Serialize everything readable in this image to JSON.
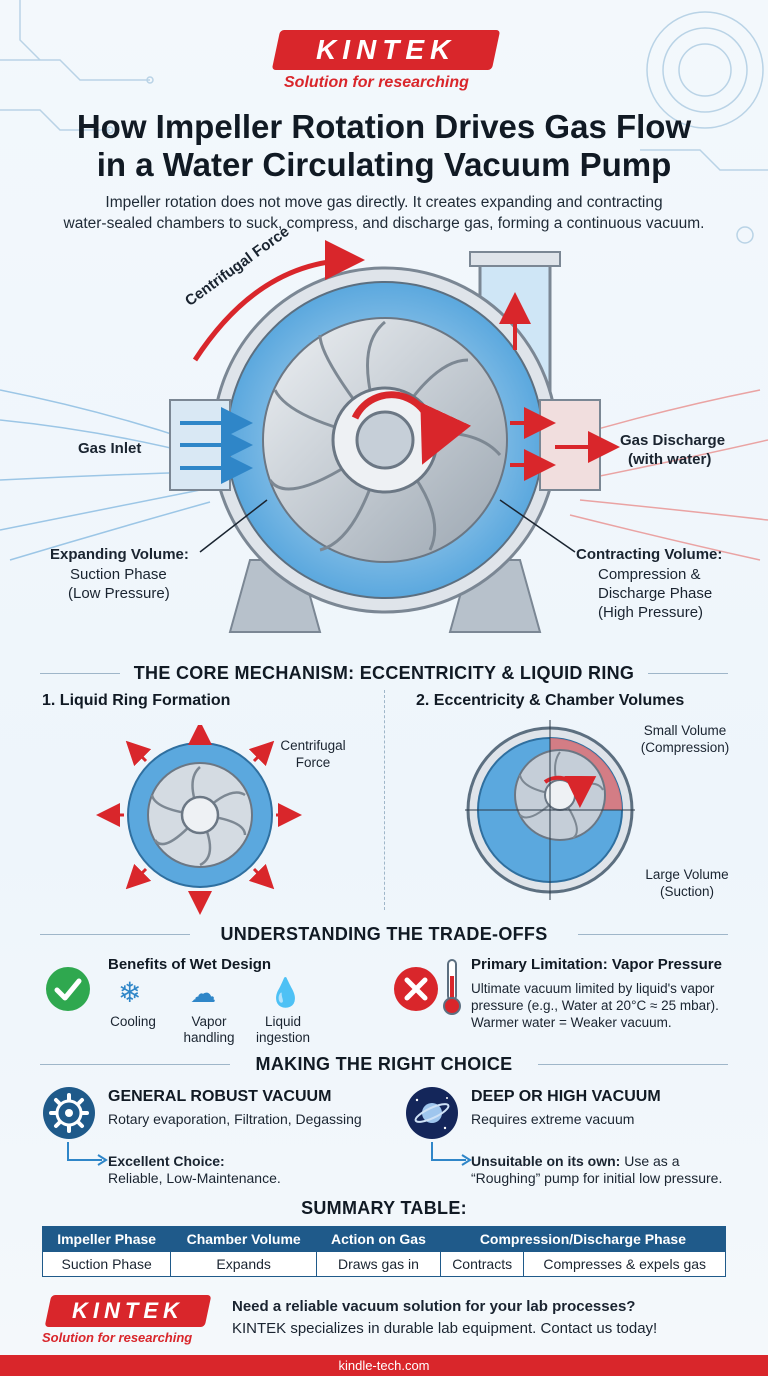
{
  "brand": {
    "name": "KINTEK",
    "tagline": "Solution for researching"
  },
  "title_line1": "How Impeller Rotation Drives Gas Flow",
  "title_line2": "in a Water Circulating Vacuum Pump",
  "subtitle_line1": "Impeller rotation does not move gas directly. It creates expanding and contracting",
  "subtitle_line2": "water-sealed chambers to suck, compress, and discharge gas, forming a continuous vacuum.",
  "pump": {
    "centrifugal": "Centrifugal Force",
    "inlet": "Gas Inlet",
    "discharge_line1": "Gas Discharge",
    "discharge_line2": "(with water)",
    "expanding_title": "Expanding Volume:",
    "expanding_l2": "Suction Phase",
    "expanding_l3": "(Low Pressure)",
    "contracting_title": "Contracting Volume:",
    "contracting_l2": "Compression &",
    "contracting_l3": "Discharge Phase",
    "contracting_l4": "(High Pressure)"
  },
  "core": {
    "heading": "THE CORE MECHANISM: ECCENTRICITY & LIQUID RING",
    "left_title": "1. Liquid Ring Formation",
    "left_force_l1": "Centrifugal",
    "left_force_l2": "Force",
    "right_title": "2. Eccentricity & Chamber Volumes",
    "small_l1": "Small Volume",
    "small_l2": "(Compression)",
    "large_l1": "Large Volume",
    "large_l2": "(Suction)"
  },
  "tradeoffs": {
    "heading": "UNDERSTANDING THE TRADE-OFFS",
    "benefits_title": "Benefits of Wet Design",
    "b1": "Cooling",
    "b2_l1": "Vapor",
    "b2_l2": "handling",
    "b3_l1": "Liquid",
    "b3_l2": "ingestion",
    "limit_title": "Primary Limitation: Vapor Pressure",
    "limit_l1": "Ultimate vacuum limited by liquid's vapor",
    "limit_l2": "pressure (e.g., Water at 20°C ≈ 25 mbar).",
    "limit_l3": "Warmer water = Weaker vacuum."
  },
  "choice": {
    "heading": "MAKING THE RIGHT CHOICE",
    "left_title": "GENERAL ROBUST VACUUM",
    "left_desc": "Rotary evaporation, Filtration, Degassing",
    "left_verdict": "Excellent Choice:",
    "left_verdict_desc": "Reliable, Low-Maintenance.",
    "right_title": "DEEP OR HIGH VACUUM",
    "right_desc": "Requires extreme vacuum",
    "right_verdict": "Unsuitable on its own:",
    "right_verdict_rest": " Use as a",
    "right_verdict_l2": "“Roughing” pump for initial low pressure."
  },
  "summary": {
    "heading": "SUMMARY TABLE:",
    "headers": [
      "Impeller Phase",
      "Chamber Volume",
      "Action on Gas",
      "Compression/Discharge Phase"
    ],
    "row": [
      "Suction Phase",
      "Expands",
      "Draws gas in",
      "Contracts",
      "Compresses & expels gas"
    ]
  },
  "cta": {
    "line1": "Need a reliable vacuum solution for your lab processes?",
    "line2": "KINTEK specializes in durable lab equipment. Contact us today!"
  },
  "footer_url": "kindle-tech.com",
  "colors": {
    "brand_red": "#d9262b",
    "water_blue": "#4a9fd8",
    "navy": "#1f5a8a"
  }
}
